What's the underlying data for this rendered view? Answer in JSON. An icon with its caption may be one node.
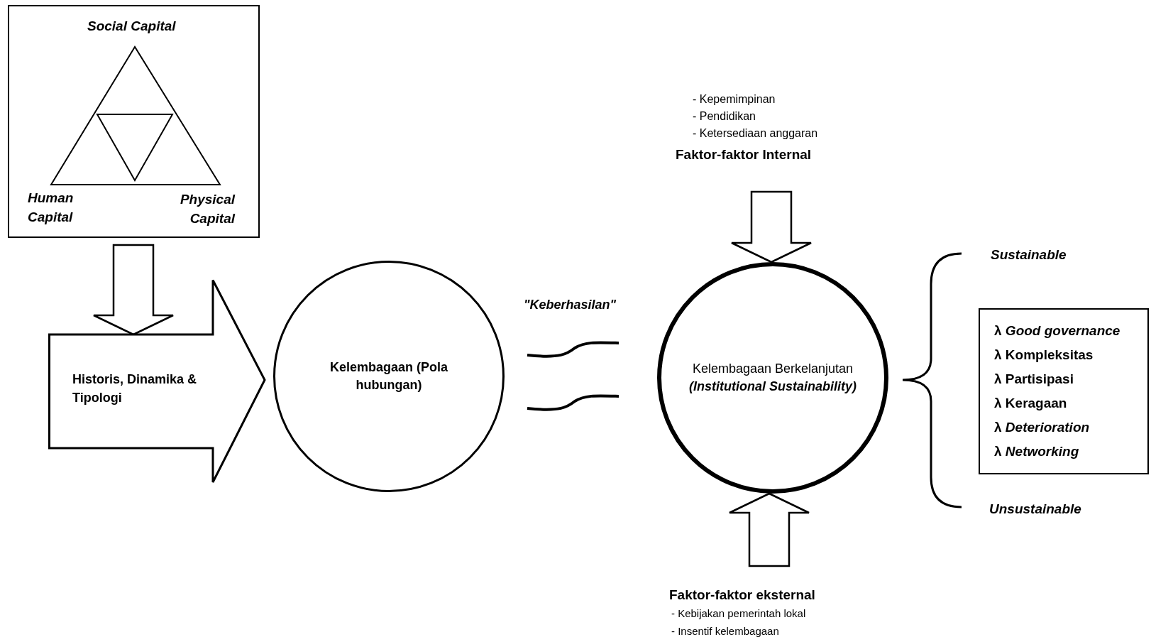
{
  "diagram": {
    "nodes": [
      {
        "text": [
          "Social Capital",
          "Human Capital",
          "Physical Capital"
        ]
      },
      {
        "text": [
          "Historis, Dinamika & Tipologi"
        ]
      },
      {
        "text": [
          "Kelembagaan (Pola hubungan)"
        ]
      },
      {
        "text": [
          "Kelembagaan Berkelanjutan",
          "(Institutional Sustainability)"
        ]
      },
      {
        "text": [
          "- Kepemimpinan",
          "- Pendidikan",
          "- Ketersediaan anggaran",
          "Faktor-faktor Internal"
        ]
      },
      {
        "text": [
          "Faktor-faktor eksternal",
          "- Kebijakan pemerintah lokal",
          "- Insentif kelembagaan"
        ]
      },
      {
        "text": [
          "λ *Good governance*",
          "λ Kompleksitas",
          "λ Partisipasi",
          "λ Keragaan",
          "λ *Deterioration*",
          "λ *Networking*"
        ]
      }
    ],
    "edges": [
      {
        "from": 0,
        "to": 1,
        "arrow": "to"
      },
      {
        "from": 4,
        "to": 3,
        "arrow": "to"
      },
      {
        "from": 5,
        "to": 3,
        "arrow": "to"
      }
    ],
    "labels": [
      "\"Keberhasilan\"",
      "Sustainable",
      "Unsustainable"
    ]
  }
}
